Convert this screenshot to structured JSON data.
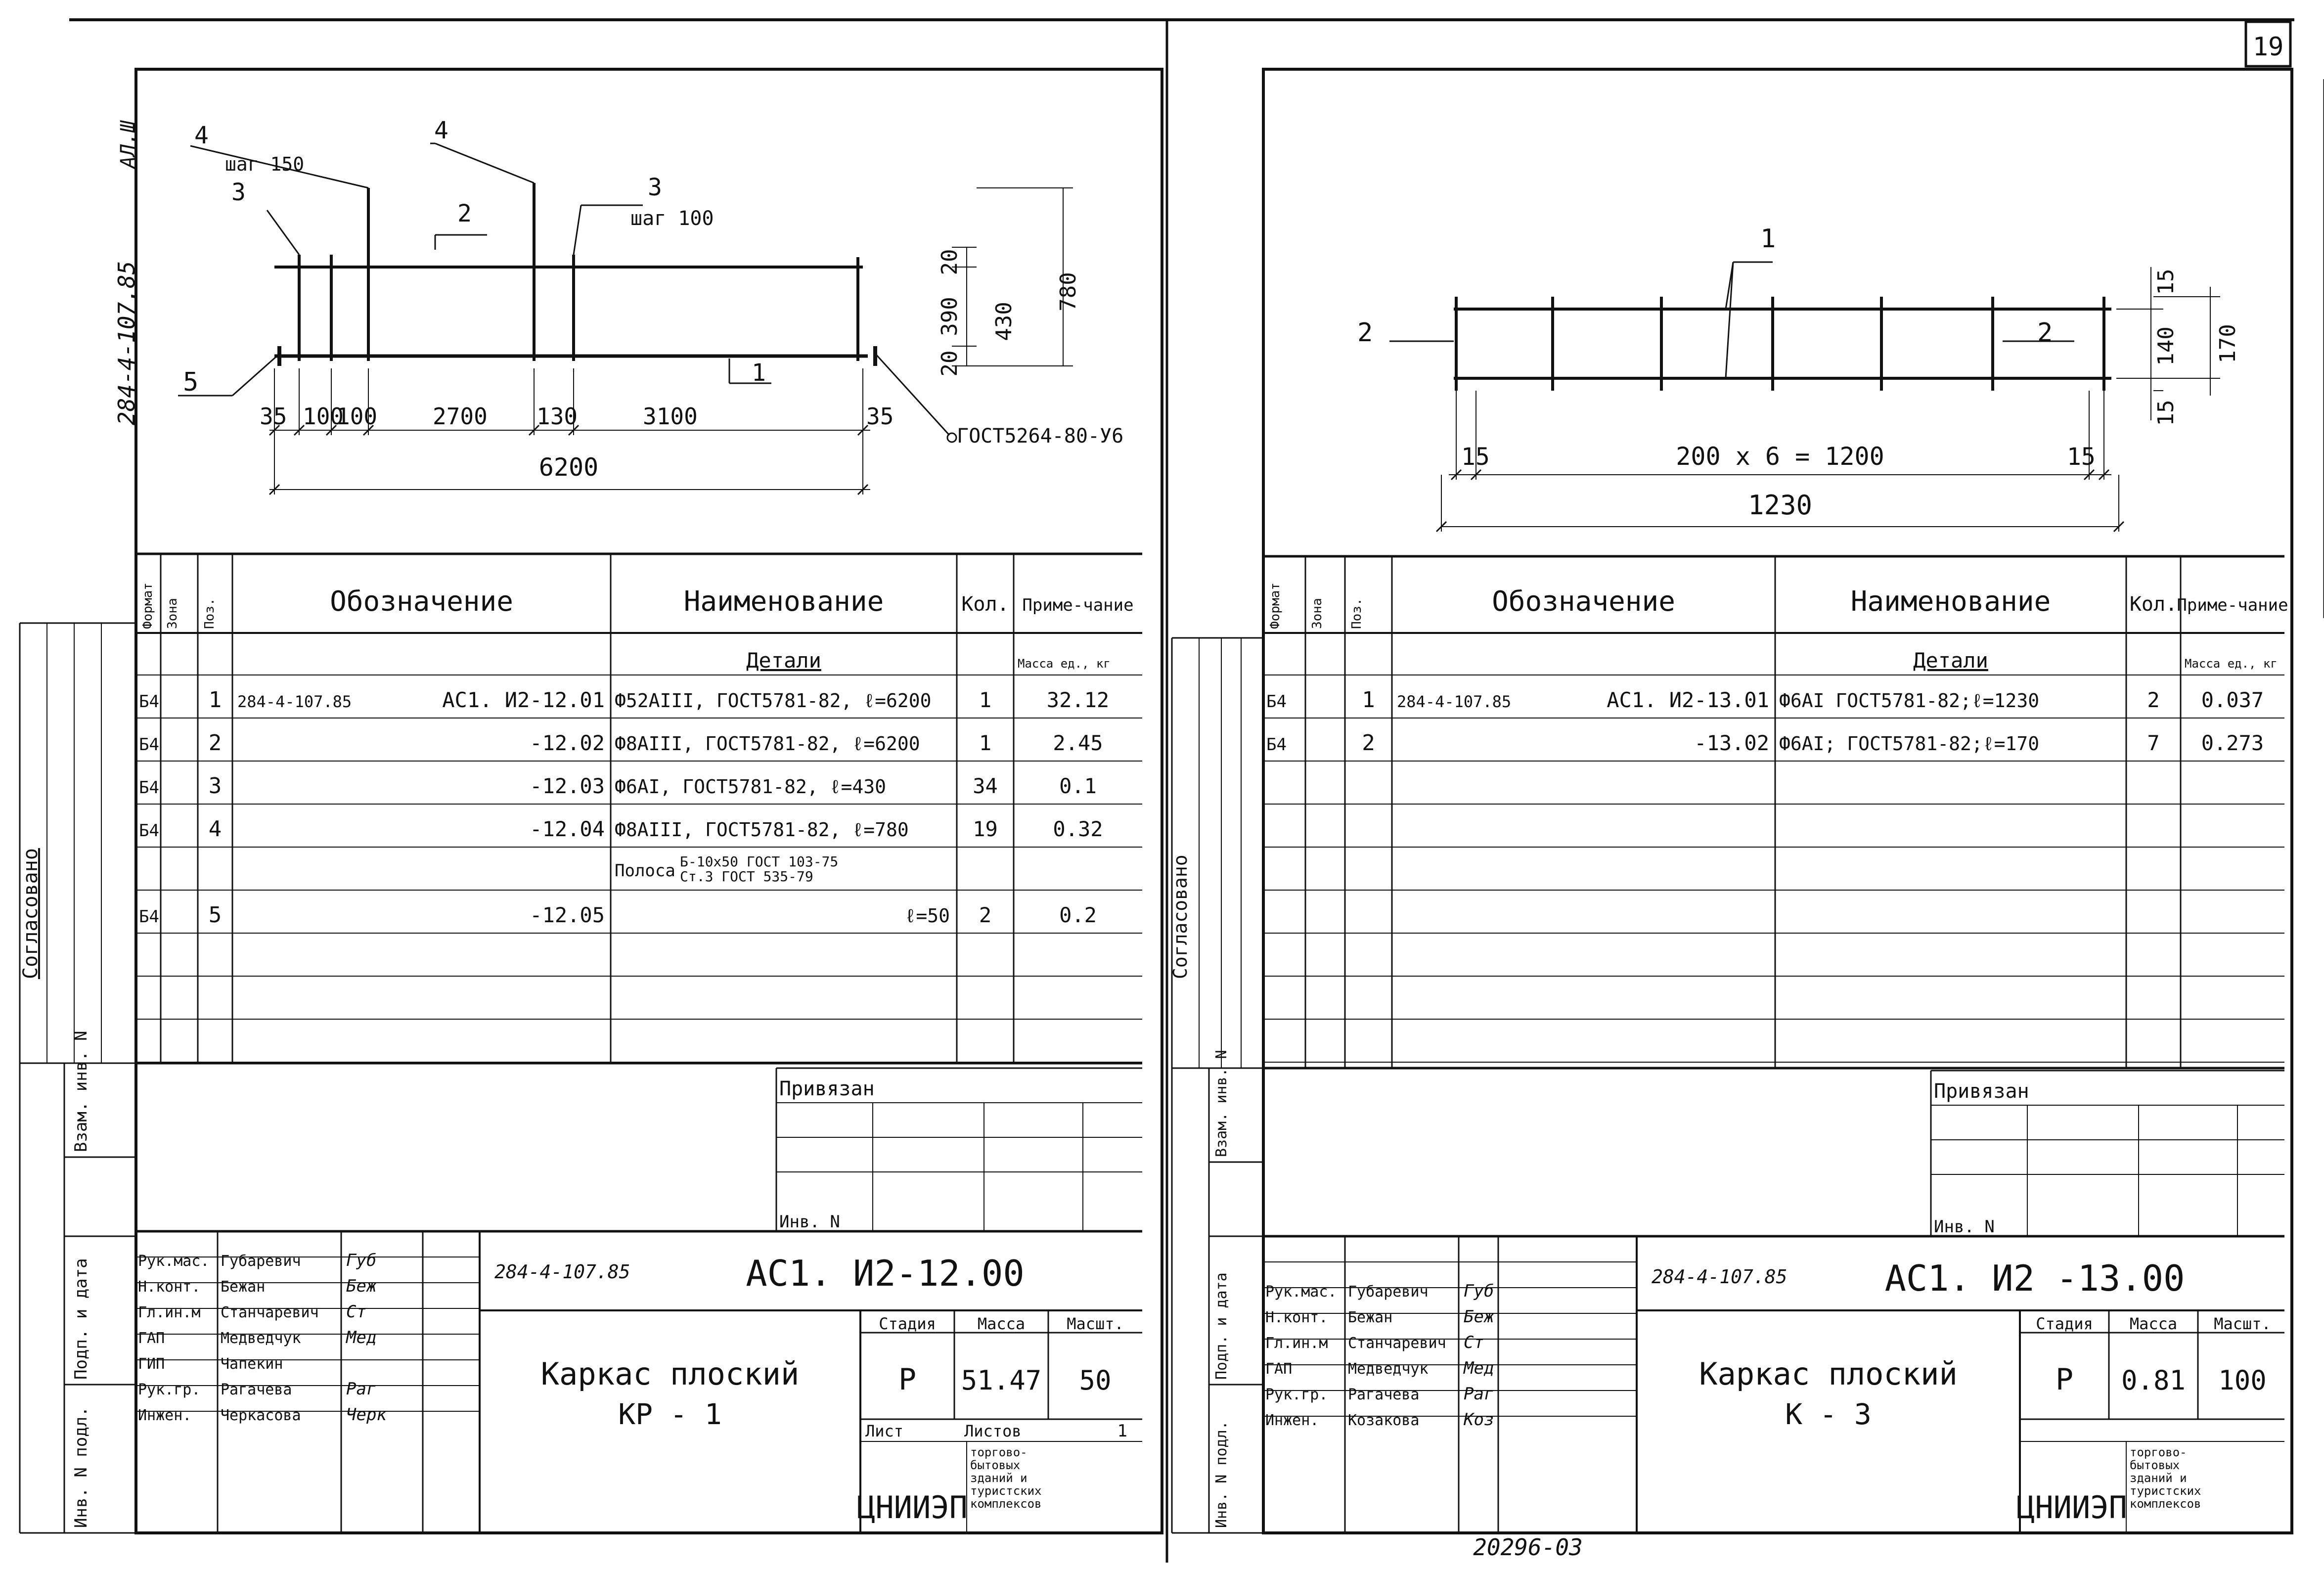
{
  "page_number": "19",
  "bottom_number": "20296-03",
  "side_code": "284-4-107.85",
  "side_code_sheet": "АЛ.Ш",
  "side_approved": "Согласовано",
  "side_fields": [
    "Инв. N подл.",
    "Подп. и дата",
    "Взам. инв. N"
  ],
  "sheets": [
    {
      "code": "284-4-107.85",
      "designation": "АС1. И2-12.00",
      "title_line1": "Каркас плоский",
      "title_line2": "КР - 1",
      "stage_label": "Стадия",
      "mass_label": "Масса",
      "scale_label": "Масшт.",
      "stage": "Р",
      "mass": "51.47",
      "scale": "50",
      "sheet_label": "Лист",
      "sheets_label": "Листов",
      "sheets_count": "1",
      "org": "ЦНИИЭП",
      "org_desc": [
        "торгово-",
        "бытовых",
        "зданий и",
        "туристских",
        "комплексов"
      ],
      "bound_label": "Привязан",
      "inv_label": "Инв. N",
      "staff": [
        {
          "role": "Рук.мас.",
          "name": "Губаревич",
          "sig": "Губ"
        },
        {
          "role": "Н.конт.",
          "name": "Бежан",
          "sig": "Беж"
        },
        {
          "role": "Гл.ин.м",
          "name": "Станчаревич",
          "sig": "Ст"
        },
        {
          "role": "ГАП",
          "name": "Медведчук",
          "sig": "Мед"
        },
        {
          "role": "ГИП",
          "name": "Чапекин",
          "sig": ""
        },
        {
          "role": "Рук.гр.",
          "name": "Рагачева",
          "sig": "Раг"
        },
        {
          "role": "Инжен.",
          "name": "Черкасова",
          "sig": "Черк"
        }
      ],
      "spec_headers": {
        "format": "Формат",
        "zone": "Зона",
        "pos": "Поз.",
        "designation": "Обозначение",
        "name": "Наименование",
        "qty": "Кол.",
        "note": "Приме-чание"
      },
      "spec_section": "Детали",
      "spec_note_unit": "Масса ед., кг",
      "spec_rows": [
        {
          "format": "Б4",
          "pos": "1",
          "code": "284-4-107.85",
          "designation": "АС1. И2-12.01",
          "name": "Ф52АIII, ГОСТ5781-82, ℓ=6200",
          "qty": "1",
          "note": "32.12"
        },
        {
          "format": "Б4",
          "pos": "2",
          "code": "",
          "designation": "-12.02",
          "name": "Ф8АIII, ГОСТ5781-82, ℓ=6200",
          "qty": "1",
          "note": "2.45"
        },
        {
          "format": "Б4",
          "pos": "3",
          "code": "",
          "designation": "-12.03",
          "name": "Ф6АI, ГОСТ5781-82, ℓ=430",
          "qty": "34",
          "note": "0.1"
        },
        {
          "format": "Б4",
          "pos": "4",
          "code": "",
          "designation": "-12.04",
          "name": "Ф8АIII, ГОСТ5781-82, ℓ=780",
          "qty": "19",
          "note": "0.32"
        },
        {
          "format": "",
          "pos": "",
          "code": "",
          "designation": "",
          "name": "Полоса",
          "name_sub1": "Б-10х50 ГОСТ 103-75",
          "name_sub2": "Ст.3 ГОСТ 535-79",
          "qty": "",
          "note": ""
        },
        {
          "format": "Б4",
          "pos": "5",
          "code": "",
          "designation": "-12.05",
          "name": "ℓ=50",
          "qty": "2",
          "note": "0.2"
        }
      ],
      "drawing": {
        "labels": {
          "pos4a": "4",
          "step150": "шаг 150",
          "pos3a": "3",
          "pos4b": "4",
          "pos2": "2",
          "pos3b": "3",
          "step100": "шаг 100",
          "pos5": "5",
          "pos1": "1",
          "gost": "ГОСТ5264-80-У6"
        },
        "dims": [
          "35",
          "100",
          "100",
          "2700",
          "130",
          "3100",
          "35",
          "6200",
          "20",
          "390",
          "20",
          "430",
          "780"
        ]
      }
    },
    {
      "code": "284-4-107.85",
      "designation": "АС1. И2 -13.00",
      "title_line1": "Каркас плоский",
      "title_line2": "К - 3",
      "stage_label": "Стадия",
      "mass_label": "Масса",
      "scale_label": "Масшт.",
      "stage": "Р",
      "mass": "0.81",
      "scale": "100",
      "org": "ЦНИИЭП",
      "org_desc": [
        "торгово-",
        "бытовых",
        "зданий и",
        "туристских",
        "комплексов"
      ],
      "bound_label": "Привязан",
      "inv_label": "Инв. N",
      "staff": [
        {
          "role": "Рук.мас.",
          "name": "Губаревич",
          "sig": "Губ"
        },
        {
          "role": "Н.конт.",
          "name": "Бежан",
          "sig": "Беж"
        },
        {
          "role": "Гл.ин.м",
          "name": "Станчаревич",
          "sig": "Ст"
        },
        {
          "role": "ГАП",
          "name": "Медведчук",
          "sig": "Мед"
        },
        {
          "role": "Рук.гр.",
          "name": "Рагачева",
          "sig": "Раг"
        },
        {
          "role": "Инжен.",
          "name": "Козакова",
          "sig": "Коз"
        }
      ],
      "spec_headers": {
        "format": "Формат",
        "zone": "Зона",
        "pos": "Поз.",
        "designation": "Обозначение",
        "name": "Наименование",
        "qty": "Кол.",
        "note": "Приме-чание"
      },
      "spec_section": "Детали",
      "spec_note_unit": "Масса ед., кг",
      "spec_rows": [
        {
          "format": "Б4",
          "pos": "1",
          "code": "284-4-107.85",
          "designation": "АС1. И2-13.01",
          "name": "Ф6АI ГОСТ5781-82;ℓ=1230",
          "qty": "2",
          "note": "0.037"
        },
        {
          "format": "Б4",
          "pos": "2",
          "code": "",
          "designation": "-13.02",
          "name": "Ф6АI; ГОСТ5781-82;ℓ=170",
          "qty": "7",
          "note": "0.273"
        }
      ],
      "drawing": {
        "labels": {
          "pos1": "1",
          "pos2a": "2",
          "pos2b": "2"
        },
        "dims": [
          "15",
          "200 x 6 = 1200",
          "15",
          "1230",
          "15",
          "140",
          "170",
          "15"
        ]
      }
    }
  ]
}
